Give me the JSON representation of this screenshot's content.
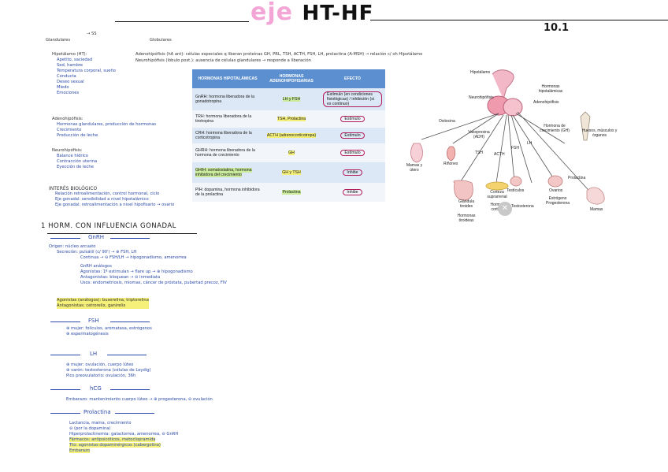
{
  "header": {
    "title_a": "eje",
    "title_b": "HT-HF",
    "page_number": "10.1"
  },
  "top_notes": {
    "l1": "→ SS",
    "l2": "Glandulares",
    "l3": "Globulares",
    "l4": "Adenohipófisis (hA ant): células especiales q liberan proteínas GH, PRL, TSH, ACTH, FSH, LH, prolactina (A-MSH) → relación c/ oh Hipotálamo",
    "l5": "Neurohipófisis (lóbulo post.): ausencia de células glandulares → responde a liberación",
    "hipotalamo_title": "Hipotálamo (HT):",
    "hipotalamo_items": [
      "Apetito, saciedad",
      "Sed, hambre",
      "Temperatura corporal, sueño",
      "Conducta",
      "Deseo sexual",
      "Miedo",
      "Emociones"
    ],
    "adeno_title": "Adenohipófisis:",
    "adeno_items": [
      "Hormonas glandulares, producción de hormonas",
      "Crecimiento",
      "Producción de leche"
    ],
    "neuro_title": "Neurohipófisis:",
    "neuro_items": [
      "Balance hídrico",
      "Contracción uterina",
      "Eyección de leche"
    ],
    "interes_title": "INTERÉS BIOLÓGICO",
    "interes_items": [
      "Relación retroalimentación, control hormonal, ciclo",
      "Eje gonadal: sensibilidad a nivel hipotalámico",
      "Eje gonadal: retroalimentación a nivel hipofisario → ovario"
    ]
  },
  "table": {
    "headers": [
      "HORMONAS HIPOTALÁMICAS",
      "HORMONAS ADENOHIPOFISARIAS",
      "EFECTO"
    ],
    "rows": [
      {
        "ht": "GnRH: hormona liberadora de la gonadotropina",
        "ah": "LH y FSH",
        "ef": "Estímulo (en condiciones fisiológicas) / inhibición (si es continuo)"
      },
      {
        "ht": "TRH: hormona liberadora de la tirotropina",
        "ah": "TSH, Prolactina",
        "ef": "Estímulo"
      },
      {
        "ht": "CRH: hormona liberadora de la corticotropina",
        "ah": "ACTH (adrenocorticotropa)",
        "ef": "Estímulo"
      },
      {
        "ht": "GHRH: hormona liberadora de la hormona de crecimiento",
        "ah": "GH",
        "ef": "Estímulo"
      },
      {
        "ht": "GHIH: somatostatina, hormona inhibidora del crecimiento",
        "ah": "GH y TSH",
        "ef": "Inhibe"
      },
      {
        "ht": "PIH: dopamina, hormona inhibidora de la prolactina",
        "ah": "Prolactina",
        "ef": "Inhibe"
      }
    ]
  },
  "diagram": {
    "hipotalamo": "Hipotálamo",
    "hormonas_hipotalamicas": "Hormonas hipotalámicas",
    "neurohipofisis": "Neurohipófisis",
    "adenohipofisis": "Adenohipófisis",
    "oxitocina": "Oxitocina",
    "vasopresina": "Vasopresina (ADH)",
    "hormona_crecimiento": "Hormona de crecimiento (GH)",
    "huesos": "Huesos, músculos y órganos",
    "mamas_utero": "Mamas y útero",
    "rinones": "Riñones",
    "tsh": "TSH",
    "acth": "ACTH",
    "fsh": "FSH",
    "lh": "LH",
    "prolactina": "Prolactina",
    "glandula_tiroides": "Glándula tiroides",
    "corteza": "Corteza suprarrenal",
    "hormonas_corticales": "Hormonas corticales",
    "testiculos": "Testículos",
    "testosterona": "Testosterona",
    "ovarios": "Ovarios",
    "estrogeno": "Estrógeno Progesterona",
    "hormonas_tiroideas": "Hormonas tiroideas",
    "mamas": "Mamas"
  },
  "section1": {
    "title": "1   HORM. CON INFLUENCIA GONADAL",
    "gnrh": "GnRH",
    "gnrh_lines": [
      "Origen: núcleo arcuato",
      "Secreción: pulsátil (c/ 90') → ⊕ FSH, LH",
      "Continua → ⊖ FSH/LH → hipogonadismo, amenorrea",
      "GnRH análogos",
      "Agonistas: 1º estimulan → flare up → ⊕ hipogonadismo",
      "Antagonistas: bloquean → ⊖ inmediata",
      "Usos: endometriosis, miomas, cáncer de próstata, pubertad precoz, FIV"
    ],
    "agonistas_note": "Agonistas (análogos): buserelina, triptorelina",
    "antagonistas_note": "Antagonistas: cetrorelix, ganirelix",
    "fsh": "FSH",
    "fsh_lines": [
      "⊕ mujer: folículos, aromatasa, estrógenos",
      "⊕ espermatogénesis"
    ],
    "lh": "LH",
    "lh_lines": [
      "⊕ mujer: ovulación, cuerpo lúteo",
      "⊕ varón: testosterona (células de Leydig)",
      "Pico preovulatorio: ovulación, 36h"
    ],
    "hcg": "hCG",
    "hcg_lines": [
      "Embarazo: mantenimiento cuerpo lúteo → ⊕ progesterona, ⊖ ovulación"
    ],
    "prolactina": "Prolactina",
    "prl_lines": [
      "Lactancia, mama, crecimiento",
      "⊖ (por la dopamina)",
      "Hiperprolactinemia: galactorrea, amenorrea, ⊖ GnRH",
      "Fármacos: antipsicóticos, metoclopramida",
      "Tto: agonistas dopaminérgicos (cabergolina)",
      "Embarazo"
    ]
  }
}
